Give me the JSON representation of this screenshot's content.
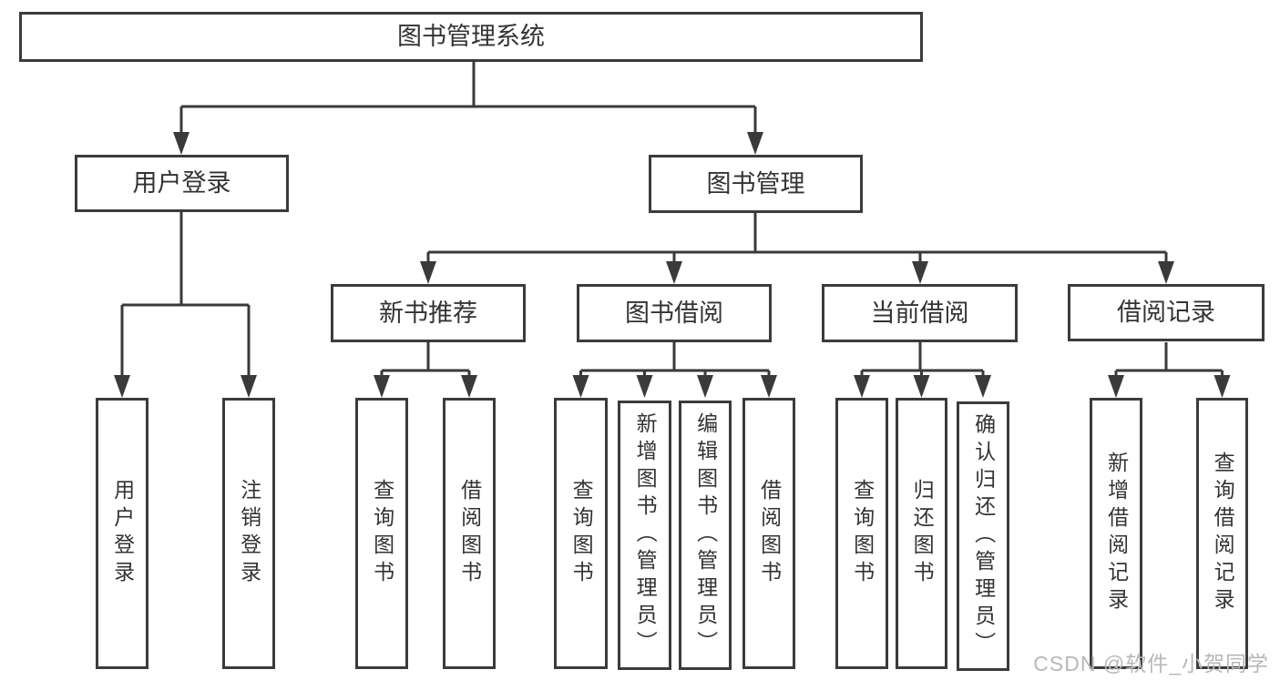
{
  "title": "图书管理系统",
  "level2": {
    "user_login": "用户登录",
    "book_mgmt": "图书管理"
  },
  "level3": {
    "new_book": "新书推荐",
    "borrow": "图书借阅",
    "current": "当前借阅",
    "records": "借阅记录"
  },
  "children": {
    "user_login": [
      "用户登录",
      "注销登录"
    ],
    "new_book": [
      "查询图书",
      "借阅图书"
    ],
    "borrow": [
      "查询图书",
      "新增图书（管理员）",
      "编辑图书（管理员）",
      "借阅图书"
    ],
    "current": [
      "查询图书",
      "归还图书",
      "确认归还（管理员）"
    ],
    "records": [
      "新增借阅记录",
      "查询借阅记录"
    ]
  },
  "watermark": "CSDN @软件_小贺同学",
  "colors": {
    "line": "#3a3a3a",
    "box_border": "#3b3b3b",
    "text": "#333333",
    "watermark": "#b8b8b8",
    "background": "#ffffff"
  }
}
